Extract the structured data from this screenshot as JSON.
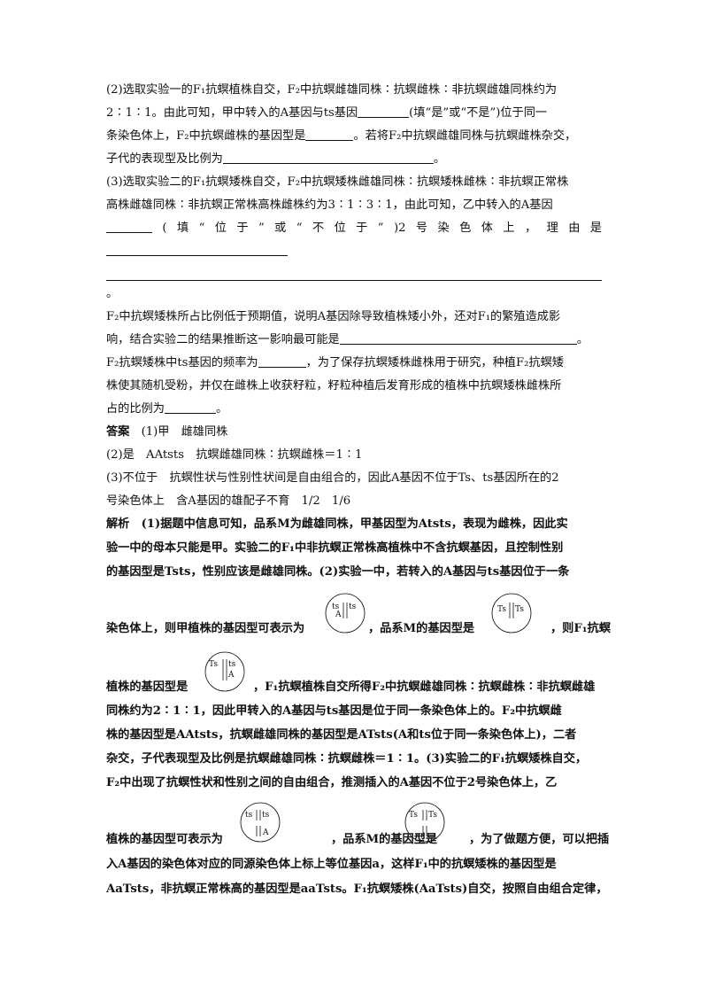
{
  "q2": {
    "l1": "(2)选取实验一的F₁抗螟植株自交，F₂中抗螟雌雄同株∶抗螟雌株∶非抗螟雌雄同株约为",
    "l2a": "2∶1∶1。由此可知，甲中转入的A基因与ts基因",
    "l2b": "(填“是”或“不是”)位于同一",
    "l3a": "条染色体上，F₂中抗螟雌株的基因型是",
    "l3b": "。若将F₂中抗螟雌雄同株与抗螟雌株杂交，",
    "l4a": "子代的表现型及比例为",
    "l4b": "。"
  },
  "q3": {
    "l1": "(3)选取实验二的F₁抗螟矮株自交，F₂中抗螟矮株雌雄同株∶抗螟矮株雌株∶非抗螟正常株",
    "l2": "高株雌雄同株∶非抗螟正常株高株雌株约为3∶1∶3∶1，由此可知，乙中转入的A基因",
    "l3_tokens": [
      "(",
      "填",
      "“",
      "位",
      "于",
      "”",
      "或",
      "“",
      "不",
      "位",
      "于",
      "”",
      ")2",
      "号",
      "染",
      "色",
      "体",
      "上",
      "，",
      "理",
      "由",
      "是"
    ],
    "period": "。",
    "l5": "F₂中抗螟矮株所占比例低于预期值，说明A基因除导致植株矮小外，还对F₁的繁殖造成影",
    "l6": "响，结合实验二的结果推断这一影响最可能是",
    "l6end": "。",
    "l7a": "F₂抗螟矮株中ts基因的频率为",
    "l7b": "，为了保存抗螟矮株雌株用于研究，种植F₂抗螟矮",
    "l8": "株使其随机受粉，并仅在雌株上收获籽粒，籽粒种植后发育形成的植株中抗螟矮株雌株所",
    "l9a": "占的比例为",
    "l9b": "。"
  },
  "answer": {
    "label": "答案",
    "a1": "(1)甲　雌雄同株",
    "a2": "(2)是　AAtsts　抗螟雌雄同株∶抗螟雌株＝1∶1",
    "a3l1": "(3)不位于　抗螟性状与性别性状间是自由组合的，因此A基因不位于Ts、ts基因所在的2",
    "a3l2": "号染色体上　含A基因的雄配子不育　1/2　1/6"
  },
  "analysis": {
    "label": "解析",
    "p1": "(1)据题中信息可知，品系M为雌雄同株，甲基因型为Atsts，表现为雌株，因此实",
    "p2": "验一中的母本只能是甲。实验二的F₁中非抗螟正常株高植株中不含抗螟基因，且控制性别",
    "p3": "的基因型是Tsts，性别应该是雌雄同株。(2)实验一中，若转入的A基因与ts基因位于一条",
    "p4a": "染色体上，则甲植株的基因型可表示为",
    "p4b": "，品系M的基因型是",
    "p4c": "，则F₁抗螟",
    "p5a": "植株的基因型是",
    "p5b": "，F₁抗螟植株自交所得F₂中抗螟雌雄同株∶抗螟雌株∶非抗螟雌雄",
    "p6": "同株约为2∶1∶1，因此甲转入的A基因与ts基因是位于同一条染色体上的。F₂中抗螟雌",
    "p7": "株的基因型是AAtsts，抗螟雌雄同株的基因型是ATsts(A和ts位于同一条染色体上)，二者",
    "p8": "杂交，子代表现型及比例是抗螟雌雄同株∶抗螟雌株＝1∶1。(3)实验二的F₁抗螟矮株自交，",
    "p9": "F₂中出现了抗螟性状和性别之间的自由组合，推测插入的A基因不位于2号染色体上，乙",
    "p10a": "植株的基因型可表示为",
    "p10b": "，品系M的基因型是",
    "p10c": "，为了做题方便，可以把插",
    "p11": "入A基因的染色体对应的同源染色体上标上等位基因a，这样F₁中的抗螟矮株的基因型是",
    "p12": "AaTsts，非抗螟正常株高的基因型是aaTsts。F₁抗螟矮株(AaTsts)自交，按照自由组合定律，"
  },
  "cells": {
    "c1": {
      "left_top": "ts",
      "right_top": "ts",
      "left_bottom": "A",
      "right_bottom": ""
    },
    "c2": {
      "left_top": "Ts",
      "right_top": "Ts",
      "left_bottom": "",
      "right_bottom": ""
    },
    "c3": {
      "left_top": "Ts",
      "right_top": "ts",
      "left_bottom": "",
      "right_bottom": "A"
    },
    "c4": {
      "left_top": "ts",
      "right_top": "ts",
      "left_bottom": "",
      "right_bottom": "A"
    },
    "c5": {
      "left_top": "Ts",
      "right_top": "Ts",
      "left_bottom": "",
      "right_bottom": ""
    }
  }
}
